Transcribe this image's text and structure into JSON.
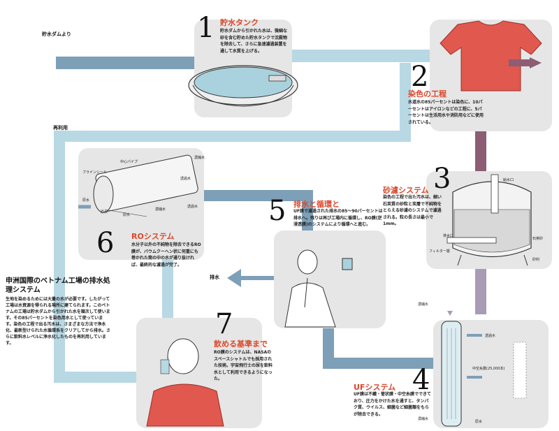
{
  "labels": {
    "source": "貯水ダムより",
    "reuse": "再利用",
    "drain": "排水"
  },
  "steps": [
    {
      "num": "1",
      "title": "貯水タンク",
      "text": "貯水ダムから引かれた水は、微細な砂を含む貯めた貯水タンクで沈殿物を除去して、さらに急速濾過装置を通して水質を上げる。"
    },
    {
      "num": "2",
      "title": "染色の工程",
      "text": "水道水の85パーセントは染色に、10パーセントはアイロンなどの工程に、5パーセントは生活用水や消防用などに使用されている。"
    },
    {
      "num": "3",
      "title": "砂濾システム",
      "text": "染色の工程で出た汚水は、細い石英質の砂粒と炭層で不純物をとらえる砂濾のシステムで濾過される。粒の長さは最小で1mm。"
    },
    {
      "num": "4",
      "title": "UFシステム",
      "text": "UF膜は不織・管状膜・中空糸膜でできており、圧力をかけた水を通すと、タンパク質、ウイルス、細菌など細菌類をもらが除去できる。"
    },
    {
      "num": "5",
      "title": "排水と循環と",
      "text": "UF膜で濾過された排水の85～90パーセントは排水へ。残りは再び工場内に循環し、RO膜(逆浸透膜)のシステムにより循環へと進む。"
    },
    {
      "num": "6",
      "title": "ROシステム",
      "text": "水分子以外の不純物を除去できるRO膜が、バウムクーヘン状に何重にも巻かれた筒の中の水が通り抜ければ、最終的な濾過が完了。"
    },
    {
      "num": "7",
      "title": "飲める基準まで",
      "text": "RO膜のシステムは、NASAのスペースシャトルでも採用された技術。宇宙飛行士の尿を飲料水として利用できるようになった。"
    }
  ],
  "side": {
    "title": "申洲国際のベトナム工場の排水処理システム",
    "text": "生地を染めるためには大量の水が必要です。したがって工場は水資源を得られる場所に建てられます。このベトナムの工場は貯水ダムから引かれた水を順次して使います。その85パーセントを染色用水として使っています。染色の工程で出る汚水は、さまざまな方法で浄水化、最新型けられた水循環系をクリアしてから排水。さらに飲料水レベルに浄水化したものを再利用しています。"
  },
  "ro_labels": {
    "brine": "ブラインシール",
    "center": "中心パイプ",
    "feed1": "原水",
    "feed2": "原水",
    "feed3": "原水",
    "conc1": "濃縮水",
    "conc2": "濃縮水",
    "perm1": "透過水",
    "perm2": "透過水"
  },
  "sand_labels": {
    "inlet": "給水口",
    "quartz": "石英砂",
    "filter": "フィルター層",
    "outlet": "排水口",
    "gravel": "砂利"
  },
  "uf_labels": {
    "conc": "濃縮水",
    "perm": "透過水",
    "hollow": "中空糸膜(25,000本)",
    "feed": "原水",
    "conc2": "濃縮水"
  },
  "colors": {
    "pipe_blue": "#7d9fb8",
    "pipe_light": "#b8d8e4",
    "pipe_purple": "#8c5d73",
    "pipe_mauve": "#a99ab6",
    "accent": "#d9482b",
    "shirt": "#e0584e"
  }
}
